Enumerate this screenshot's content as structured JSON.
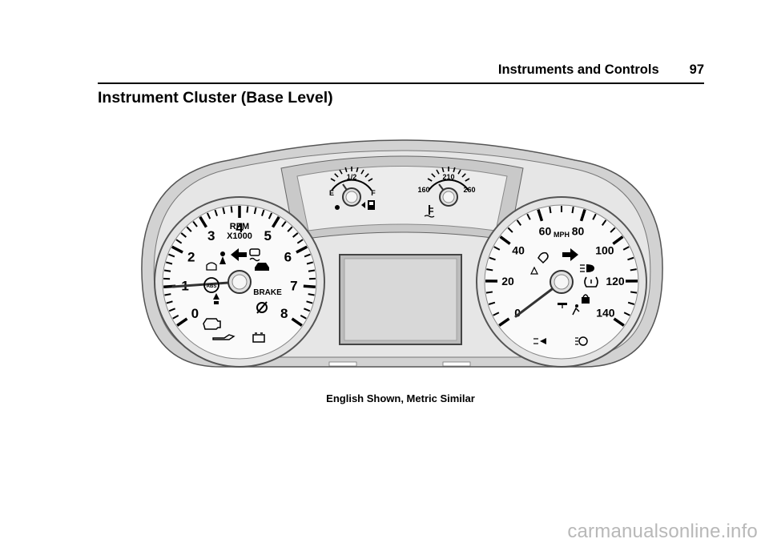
{
  "header": {
    "section_title": "Instruments and Controls",
    "page_number": "97"
  },
  "page_title": "Instrument Cluster (Base Level)",
  "figure": {
    "caption": "English Shown, Metric Similar",
    "tachometer": {
      "ticks": [
        "0",
        "1",
        "2",
        "3",
        "4",
        "5",
        "6",
        "7",
        "8"
      ],
      "unit_label": "RPM",
      "scale_label": "X1000",
      "needle_value": 1,
      "warning_text": "BRAKE",
      "abs_text": "ABS"
    },
    "fuel_gauge": {
      "empty_label": "E",
      "half_label": "1/2",
      "full_label": "F"
    },
    "temp_gauge": {
      "low_label": "160",
      "mid_label": "210",
      "high_label": "260"
    },
    "speedometer": {
      "ticks": [
        "0",
        "20",
        "40",
        "60",
        "80",
        "100",
        "120",
        "140"
      ],
      "unit_label": "MPH",
      "needle_value": 5
    },
    "icons": [
      "seatbelt-icon",
      "turn-left-arrow-icon",
      "traction-off-icon",
      "airbag-icon",
      "lane-keep-icon",
      "abs-icon",
      "door-ajar-icon",
      "check-engine-icon",
      "oil-pressure-icon",
      "battery-icon",
      "brake-failure-icon",
      "fuel-pump-icon",
      "coolant-temp-icon",
      "low-fuel-dot-icon",
      "turn-right-arrow-icon",
      "high-beam-icon",
      "tire-pressure-icon",
      "security-lock-icon",
      "cruise-icon",
      "passenger-airbag-icon",
      "fog-lamp-icon",
      "lamps-on-icon",
      "driver-seatbelt-icon"
    ]
  },
  "watermark": "carmanualsonline.info"
}
